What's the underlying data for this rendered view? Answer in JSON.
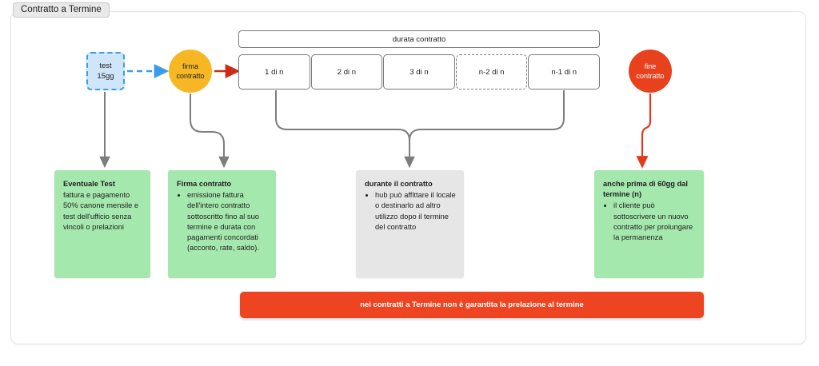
{
  "tab": {
    "label": "Contratto a Termine"
  },
  "nodes": {
    "test": {
      "line1": "test",
      "line2": "15gg"
    },
    "firma": {
      "line1": "firma",
      "line2": "contratto"
    },
    "fine": {
      "line1": "fine",
      "line2": "contratto"
    }
  },
  "timeline": {
    "header": "durata contratto",
    "segments": [
      {
        "label": "1 di n",
        "style": "solid"
      },
      {
        "label": "2 di n",
        "style": "solid"
      },
      {
        "label": "3 di n",
        "style": "solid"
      },
      {
        "label": "n-2 di n",
        "style": "dashed"
      },
      {
        "label": "n-1 di n",
        "style": "solid"
      }
    ]
  },
  "panels": [
    {
      "id": "eventuale-test",
      "color": "green",
      "title": "Eventuale Test",
      "body": "fattura e pagamento 50% canone mensile e test dell'ufficio senza vincoli o prelazioni",
      "bullets": []
    },
    {
      "id": "firma-contratto",
      "color": "green",
      "title": "Firma contratto",
      "body": "",
      "bullets": [
        "emissione fattura dell'intero contratto sottoscritto fino al suo termine e durata con pagamenti concordati (acconto, rate, saldo)."
      ]
    },
    {
      "id": "durante-il-contratto",
      "color": "grey",
      "title": "durante il contratto",
      "body": "",
      "bullets": [
        "hub può affittare il locale o destinarlo ad altro utilizzo dopo il termine del contratto"
      ]
    },
    {
      "id": "anche-prima-60gg",
      "color": "green",
      "title": "anche prima di 60gg dal termine (n)",
      "body": "",
      "bullets": [
        "il cliente può sottoscrivere un nuovo contratto per prolungare la permanenza"
      ]
    }
  ],
  "banner": {
    "text": "nei contratti a Termine non è garantita la prelazione al termine"
  },
  "colors": {
    "green_panel": "#a5e8ae",
    "grey_panel": "#e6e6e6",
    "red_accent": "#e8411e",
    "banner_red": "#ee4422",
    "yellow_node": "#f7b725",
    "blue_node_fill": "#cfe6fa",
    "blue_node_border": "#3a9bea",
    "connector_grey": "#808080"
  }
}
